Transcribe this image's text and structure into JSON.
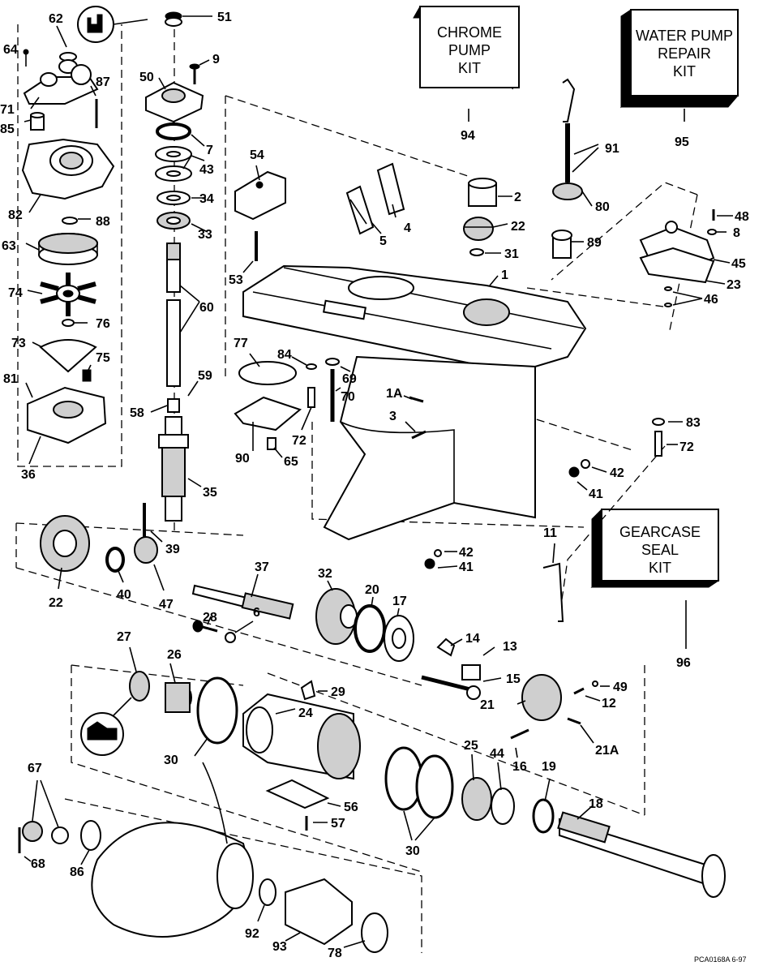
{
  "kits": {
    "chrome_pump": [
      "CHROME",
      "PUMP",
      "KIT"
    ],
    "water_pump": [
      "WATER PUMP",
      "REPAIR",
      "KIT"
    ],
    "gearcase_seal": [
      "GEARCASE",
      "SEAL",
      "KIT"
    ]
  },
  "labels": {
    "p62": "62",
    "p64": "64",
    "p87": "87",
    "p71": "71",
    "p85": "85",
    "p82": "82",
    "p88": "88",
    "p63": "63",
    "p74": "74",
    "p76": "76",
    "p73": "73",
    "p75": "75",
    "p81": "81",
    "p36": "36",
    "p51": "51",
    "p9": "9",
    "p50": "50",
    "p7": "7",
    "p43": "43",
    "p34": "34",
    "p33": "33",
    "p60": "60",
    "p59": "59",
    "p58": "58",
    "p35": "35",
    "p39": "39",
    "p54": "54",
    "p53": "53",
    "p77": "77",
    "p84": "84",
    "p69": "69",
    "p70": "70",
    "p72a": "72",
    "p90": "90",
    "p65": "65",
    "p94": "94",
    "p2": "2",
    "p4": "4",
    "p5": "5",
    "p22a": "22",
    "p31": "31",
    "p1": "1",
    "p91": "91",
    "p80": "80",
    "p89": "89",
    "p95": "95",
    "p48": "48",
    "p8": "8",
    "p45": "45",
    "p23": "23",
    "p46": "46",
    "p1A": "1A",
    "p3": "3",
    "p83": "83",
    "p72b": "72",
    "p42a": "42",
    "p41a": "41",
    "p42b": "42",
    "p41b": "41",
    "p11": "11",
    "p96": "96",
    "p22b": "22",
    "p40": "40",
    "p47": "47",
    "p37": "37",
    "p32": "32",
    "p20": "20",
    "p17": "17",
    "p14": "14",
    "p13": "13",
    "p15": "15",
    "p28": "28",
    "p6": "6",
    "p27": "27",
    "p26": "26",
    "p29": "29",
    "p24": "24",
    "p30a": "30",
    "p21": "21",
    "p12": "12",
    "p49": "49",
    "p21A": "21A",
    "p16": "16",
    "p25": "25",
    "p44": "44",
    "p19": "19",
    "p18": "18",
    "p56": "56",
    "p57": "57",
    "p30b": "30",
    "p67": "67",
    "p68": "68",
    "p86": "86",
    "p92": "92",
    "p93": "93",
    "p78": "78"
  },
  "footer_code": "PCA0168A  6-97"
}
